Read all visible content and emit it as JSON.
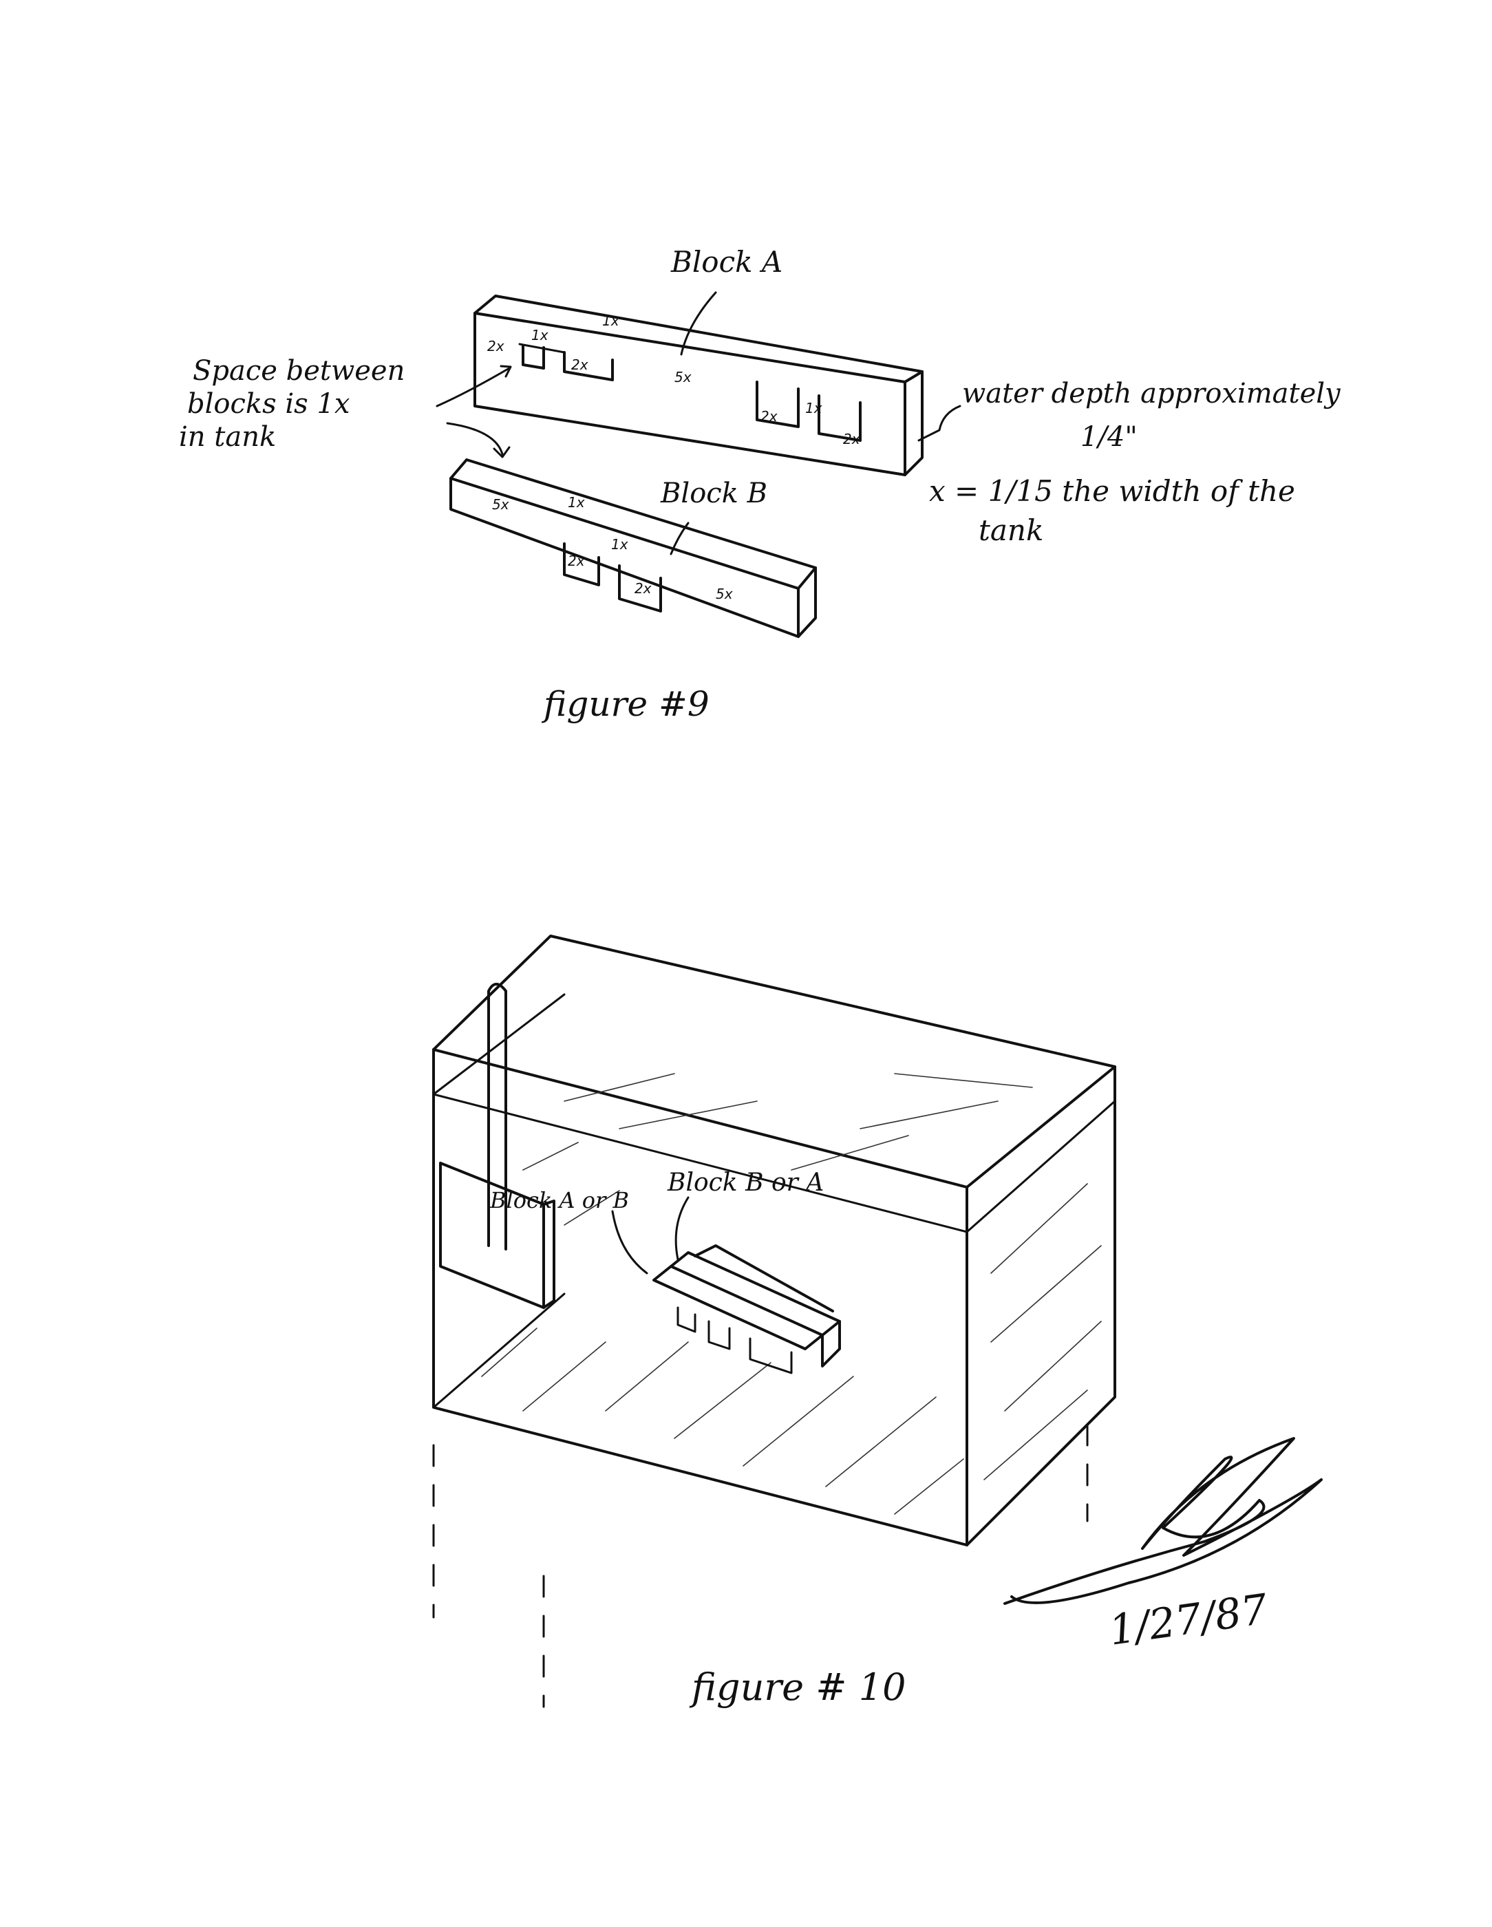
{
  "figure9": {
    "caption": "figure #9",
    "block_a_label": "Block A",
    "block_b_label": "Block B",
    "space_note": [
      "Space between",
      "blocks is 1x",
      "in tank"
    ],
    "water_note": [
      "water depth approximately",
      "1/4\""
    ],
    "x_note": [
      "x = 1/15 the width of the",
      "tank"
    ],
    "block_a_dims": [
      "2x",
      "1x",
      "1x",
      "2x",
      "5x",
      "2x",
      "1x",
      "2x"
    ],
    "block_b_dims": [
      "5x",
      "1x",
      "2x",
      "1x",
      "2x",
      "5x"
    ]
  },
  "figure10": {
    "caption": "figure # 10",
    "label_a_or_b": "Block A or B",
    "label_b_or_a": "Block B or A"
  },
  "signature": {
    "date": "1/27/87"
  }
}
